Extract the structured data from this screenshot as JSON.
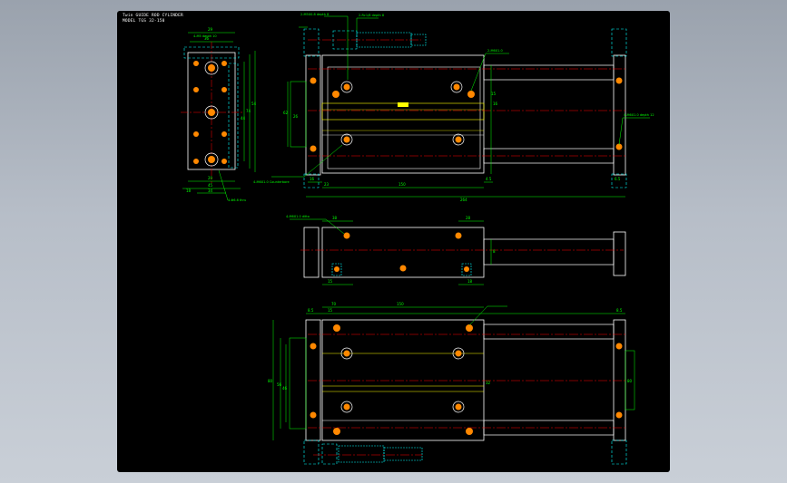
{
  "title_block": {
    "line1": "Twin GUIDE ROD CYLINDER",
    "line2": "MODEL TGS 32-150"
  },
  "colors": {
    "background": "#000000",
    "outline": "#ffffff",
    "dimension": "#00ff00",
    "hidden": "#00ffff",
    "centerline": "#ff0000",
    "hole_fill": "#ff8000",
    "highlight": "#ffff00"
  },
  "annotations": {
    "port_note_top": "2-M5X0.8 depth 8",
    "port_note_top2": "2-Rc1/8 depth 8",
    "rod_end_note": "2-M6X1.0",
    "guide_note": "4-M6X1.0 depth 12",
    "mount_note": "4-M6X1.0 Counterbore",
    "side_note": "4-M5 depth 10",
    "bottom_note": "4-Φ6.6 thru",
    "front_note": "4-M6X1.0 ditto"
  },
  "dimensions": {
    "side_top": [
      "36",
      "29"
    ],
    "side_bottom": [
      "20",
      "45",
      "34",
      "18"
    ],
    "side_right": [
      "74",
      "54",
      "44"
    ],
    "plan_left": [
      "62",
      "26"
    ],
    "plan_bottom": [
      "16",
      "23",
      "150",
      "4.5",
      "6.5",
      "264"
    ],
    "plan_right": [
      "16"
    ],
    "plan_top": [
      "15"
    ],
    "mid_top": [
      "38",
      "28"
    ],
    "mid_bottom": [
      "15",
      "18"
    ],
    "mid_right": [
      "8"
    ],
    "low_top": [
      "8.5",
      "70",
      "15",
      "150",
      "8.5"
    ],
    "low_left": [
      "80",
      "56",
      "46"
    ],
    "low_right": [
      "32",
      "80"
    ]
  }
}
